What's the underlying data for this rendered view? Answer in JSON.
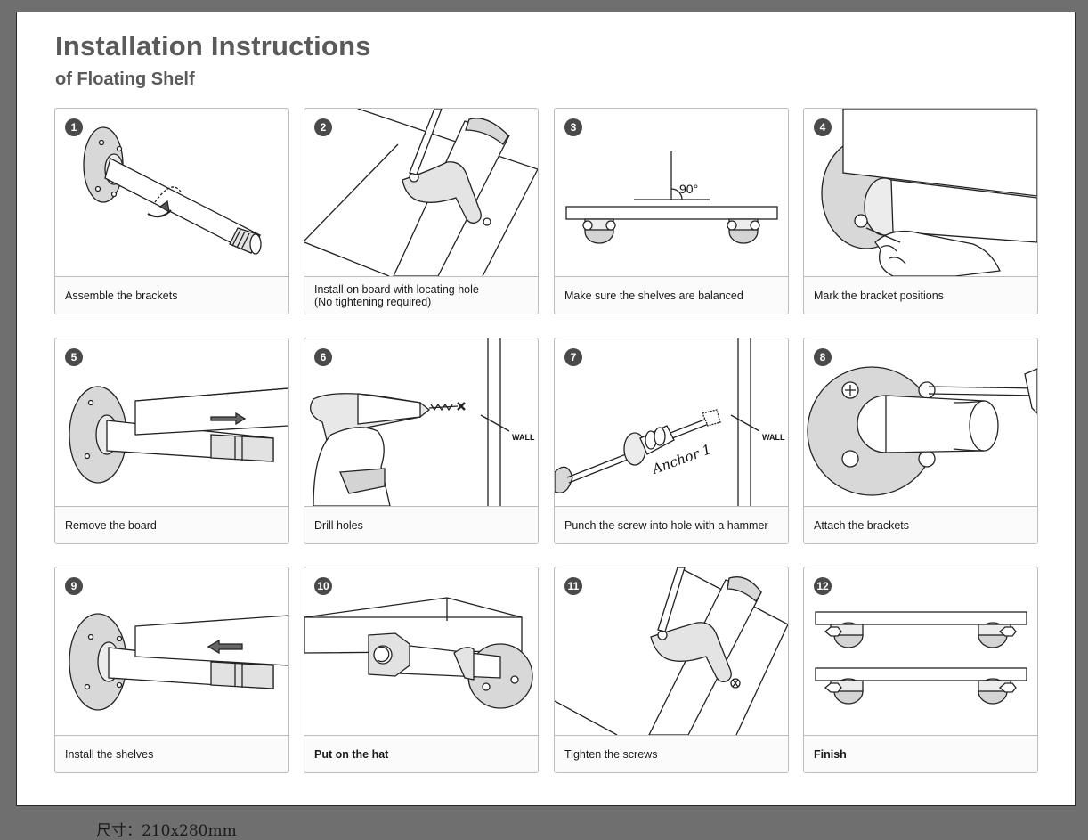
{
  "header": {
    "title": "Installation Instructions",
    "subtitle": "of Floating Shelf"
  },
  "steps": [
    {
      "number": "1",
      "caption": "Assemble the brackets"
    },
    {
      "number": "2",
      "caption": "Install on board with locating hole\n(No tightening required)"
    },
    {
      "number": "3",
      "caption": "Make sure the shelves are balanced",
      "angle_label": "90°"
    },
    {
      "number": "4",
      "caption": "Mark the bracket positions"
    },
    {
      "number": "5",
      "caption": "Remove the board"
    },
    {
      "number": "6",
      "caption": "Drill holes",
      "wall_label": "WALL"
    },
    {
      "number": "7",
      "caption": "Punch the screw into hole with a hammer",
      "wall_label": "WALL",
      "anchor_label": "Anchor 1"
    },
    {
      "number": "8",
      "caption": "Attach the brackets"
    },
    {
      "number": "9",
      "caption": "Install the shelves"
    },
    {
      "number": "10",
      "caption": "Put on the hat"
    },
    {
      "number": "11",
      "caption": "Tighten the screws"
    },
    {
      "number": "12",
      "caption": "Finish"
    }
  ],
  "footer": {
    "size_text": "尺寸：210x280mm"
  }
}
